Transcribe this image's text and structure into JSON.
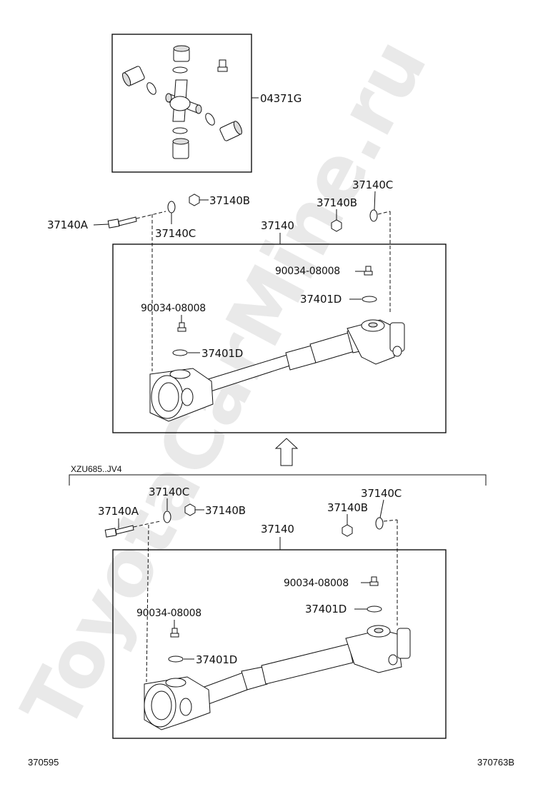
{
  "watermark": "ToyotaCarMine.ru",
  "kit": {
    "part_no": "04371G"
  },
  "upper": {
    "shaft_no": "37140",
    "bolt_no": "37140A",
    "nut_left_no": "37140B",
    "washer_left_no": "37140C",
    "nut_right_no": "37140B",
    "washer_right_no": "37140C",
    "fitting_right_no": "90034-08008",
    "clip_right_no": "37401D",
    "fitting_left_no": "90034-08008",
    "clip_left_no": "37401D"
  },
  "variant_label": "XZU685..JV4",
  "lower": {
    "shaft_no": "37140",
    "bolt_no": "37140A",
    "washer_left_no": "37140C",
    "nut_left_no": "37140B",
    "nut_right_no": "37140B",
    "washer_right_no": "37140C",
    "fitting_right_no": "90034-08008",
    "clip_right_no": "37401D",
    "fitting_left_no": "90034-08008",
    "clip_left_no": "37401D"
  },
  "footer": {
    "left_ref": "370595",
    "right_ref": "370763B"
  }
}
